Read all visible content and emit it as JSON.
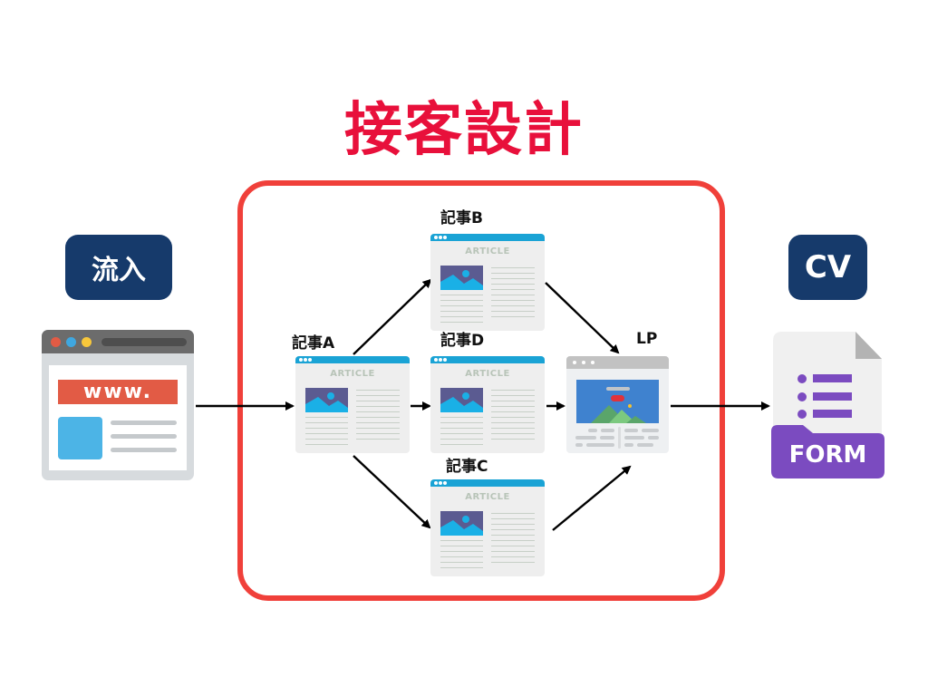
{
  "title": "接客設計",
  "colors": {
    "title": "#e8103b",
    "frame": "#f0403a",
    "badge": "#163a6b",
    "article_header": "#1aa3d5",
    "form_purple": "#7b4bc0"
  },
  "inflow": {
    "badge": "流入",
    "browser_icon": "browser-window-icon",
    "url_text": "www."
  },
  "conversion": {
    "badge": "CV",
    "form_icon": "form-document-icon",
    "form_label": "FORM"
  },
  "articles": [
    {
      "id": "A",
      "label": "記事A",
      "heading": "ARTICLE"
    },
    {
      "id": "B",
      "label": "記事B",
      "heading": "ARTICLE"
    },
    {
      "id": "D",
      "label": "記事D",
      "heading": "ARTICLE"
    },
    {
      "id": "C",
      "label": "記事C",
      "heading": "ARTICLE"
    }
  ],
  "landing_page": {
    "label": "LP",
    "icon": "landing-page-icon"
  },
  "edges": [
    {
      "from": "流入",
      "to": "記事A"
    },
    {
      "from": "記事A",
      "to": "記事B"
    },
    {
      "from": "記事A",
      "to": "記事D"
    },
    {
      "from": "記事A",
      "to": "記事C"
    },
    {
      "from": "記事B",
      "to": "LP"
    },
    {
      "from": "記事D",
      "to": "LP"
    },
    {
      "from": "記事C",
      "to": "LP"
    },
    {
      "from": "LP",
      "to": "CV"
    }
  ]
}
